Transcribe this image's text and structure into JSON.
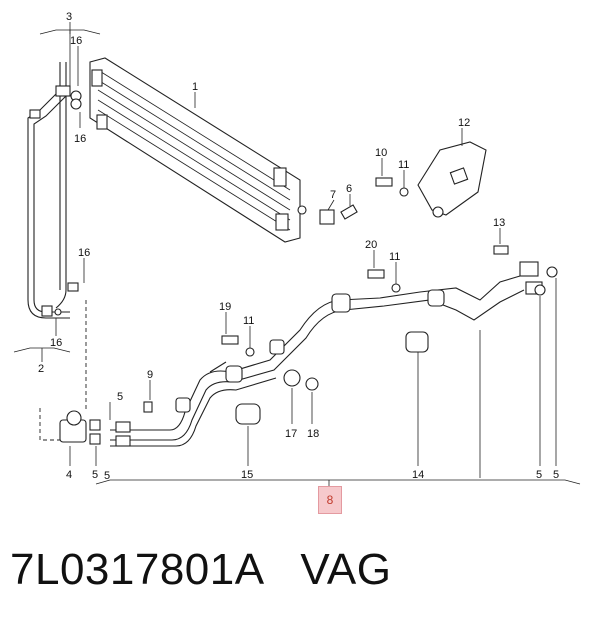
{
  "diagram": {
    "callouts": {
      "c1": "1",
      "c2": "2",
      "c3": "3",
      "c4": "4",
      "c5a": "5",
      "c5b": "5",
      "c5c": "5",
      "c5d": "5",
      "c5e": "5",
      "c6": "6",
      "c7": "7",
      "c9": "9",
      "c10": "10",
      "c11a": "11",
      "c11b": "11",
      "c11c": "11",
      "c12": "12",
      "c13": "13",
      "c14": "14",
      "c15": "15",
      "c16a": "16",
      "c16b": "16",
      "c16c": "16",
      "c16d": "16",
      "c17": "17",
      "c18": "18",
      "c19": "19",
      "c20": "20"
    },
    "highlight_badge": "8",
    "badge_color": "#f6c9cc"
  },
  "caption": {
    "part_number": "7L0317801A",
    "brand": "VAG"
  }
}
